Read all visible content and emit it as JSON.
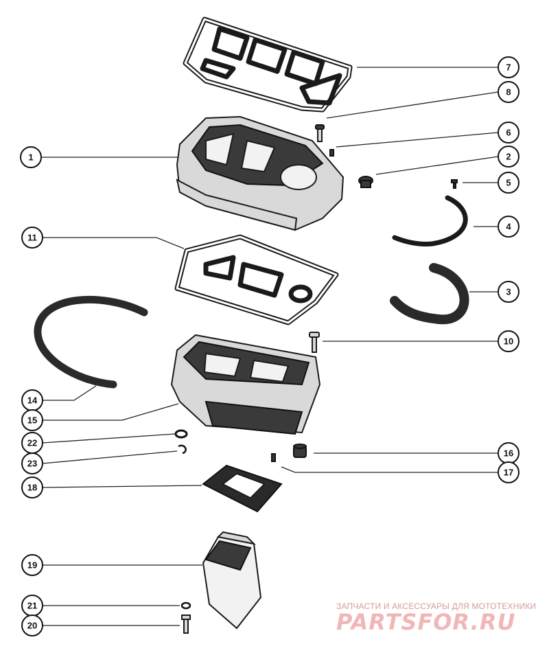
{
  "callouts": [
    {
      "id": "callout-7",
      "label": "7"
    },
    {
      "id": "callout-8",
      "label": "8"
    },
    {
      "id": "callout-6",
      "label": "6"
    },
    {
      "id": "callout-1",
      "label": "1"
    },
    {
      "id": "callout-2",
      "label": "2"
    },
    {
      "id": "callout-5",
      "label": "5"
    },
    {
      "id": "callout-4",
      "label": "4"
    },
    {
      "id": "callout-11",
      "label": "11"
    },
    {
      "id": "callout-3",
      "label": "3"
    },
    {
      "id": "callout-10",
      "label": "10"
    },
    {
      "id": "callout-14",
      "label": "14"
    },
    {
      "id": "callout-15",
      "label": "15"
    },
    {
      "id": "callout-22",
      "label": "22"
    },
    {
      "id": "callout-16",
      "label": "16"
    },
    {
      "id": "callout-23",
      "label": "23"
    },
    {
      "id": "callout-17",
      "label": "17"
    },
    {
      "id": "callout-18",
      "label": "18"
    },
    {
      "id": "callout-19",
      "label": "19"
    },
    {
      "id": "callout-21",
      "label": "21"
    },
    {
      "id": "callout-20",
      "label": "20"
    }
  ],
  "watermark": {
    "tagline": "ЗАПЧАСТИ И АКСЕССУАРЫ ДЛЯ МОТОТЕХНИКИ",
    "logo": "PARTSFOR.RU"
  },
  "colors": {
    "line": "#1a1a1a",
    "watermark": "#f1b7b7"
  }
}
